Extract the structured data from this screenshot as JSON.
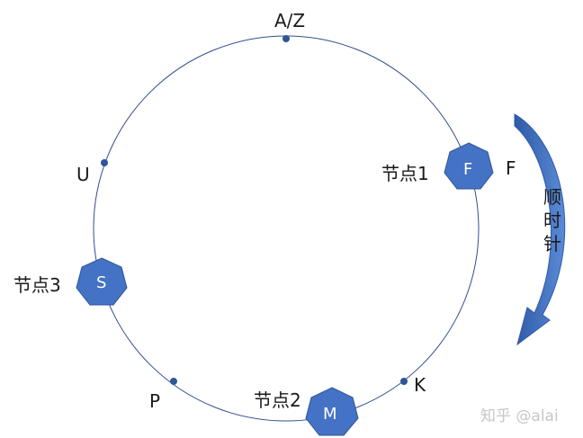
{
  "ring": {
    "color": "#2f4f8f",
    "points": {
      "top": "A/Z",
      "left_upper": "U",
      "bottom_left": "P",
      "bottom_right": "K",
      "right": "F"
    }
  },
  "nodes": {
    "node1": {
      "label": "节点1",
      "letter": "F"
    },
    "node2": {
      "label": "节点2",
      "letter": "M"
    },
    "node3": {
      "label": "节点3",
      "letter": "S"
    }
  },
  "node_color": "#4472c4",
  "direction": {
    "chars": [
      "顺",
      "时",
      "针"
    ],
    "icon": "clockwise-arrow-icon"
  },
  "watermark": "知乎 @alai"
}
